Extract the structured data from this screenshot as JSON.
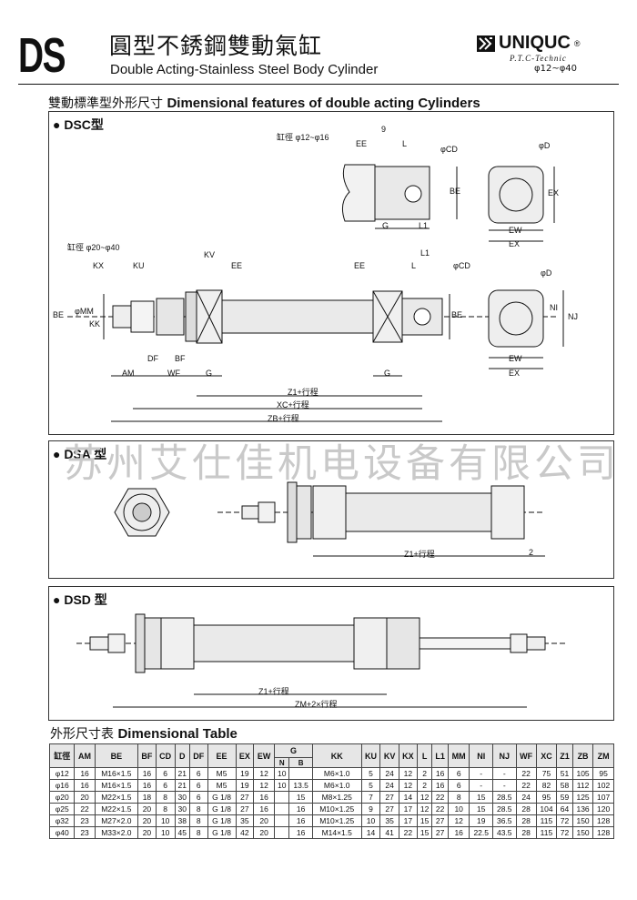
{
  "header": {
    "model": "DS",
    "title_cn": "圓型不銹鋼雙動氣缸",
    "title_en": "Double Acting-Stainless Steel Body Cylinder",
    "brand": "UNIQUC",
    "brand_reg": "®",
    "brand_sub": "P.T.C-Technic",
    "range": "φ12~φ40"
  },
  "section": {
    "title_cn": "雙動標準型外形尺寸",
    "title_en": "Dimensional features of double acting Cylinders"
  },
  "dsc": {
    "title": "● DSC型",
    "bore_small": "缸徑 φ12~φ16",
    "bore_large": "缸徑 φ20~φ40",
    "labels": {
      "ee": "EE",
      "nine": "9",
      "l": "L",
      "cd": "φCD",
      "d": "φD",
      "be": "BE",
      "ex": "EX",
      "g": "G",
      "l1": "L1",
      "ew": "EW",
      "kx": "KX",
      "ku": "KU",
      "kv": "KV",
      "mm": "φMM",
      "kk": "KK",
      "ni": "NI",
      "nj": "NJ",
      "am": "AM",
      "df": "DF",
      "bf": "BF",
      "wf": "WF",
      "z1": "Z1+行程",
      "xc": "XC+行程",
      "zb": "ZB+行程"
    }
  },
  "dsa": {
    "title": "● DSA 型",
    "z1": "Z1+行程",
    "two": "2"
  },
  "dsd": {
    "title": "● DSD 型",
    "z1": "Z1+行程",
    "zm": "ZM+2×行程"
  },
  "watermark": "苏州艾仕佳机电设备有限公司",
  "table": {
    "title_cn": "外形尺寸表",
    "title_en": "Dimensional Table",
    "headers": [
      "缸徑",
      "AM",
      "BE",
      "BF",
      "CD",
      "D",
      "DF",
      "EE",
      "EX",
      "EW",
      "G N",
      "G B",
      "KK",
      "KU",
      "KV",
      "KX",
      "L",
      "L1",
      "MM",
      "NI",
      "NJ",
      "WF",
      "XC",
      "Z1",
      "ZB",
      "ZM"
    ],
    "g_header": "G",
    "g_sub_n": "N",
    "g_sub_b": "B",
    "rows": [
      [
        "φ12",
        "16",
        "M16×1.5",
        "16",
        "6",
        "21",
        "6",
        "M5",
        "19",
        "12",
        "10",
        "",
        "M6×1.0",
        "5",
        "24",
        "12",
        "2",
        "16",
        "6",
        "-",
        "-",
        "22",
        "75",
        "51",
        "105",
        "95"
      ],
      [
        "φ16",
        "16",
        "M16×1.5",
        "16",
        "6",
        "21",
        "6",
        "M5",
        "19",
        "12",
        "10",
        "13.5",
        "M6×1.0",
        "5",
        "24",
        "12",
        "2",
        "16",
        "6",
        "-",
        "-",
        "22",
        "82",
        "58",
        "112",
        "102"
      ],
      [
        "φ20",
        "20",
        "M22×1.5",
        "18",
        "8",
        "30",
        "6",
        "G 1/8",
        "27",
        "16",
        "",
        "15",
        "M8×1.25",
        "7",
        "27",
        "14",
        "12",
        "22",
        "8",
        "15",
        "28.5",
        "24",
        "95",
        "59",
        "125",
        "107"
      ],
      [
        "φ25",
        "22",
        "M22×1.5",
        "20",
        "8",
        "30",
        "8",
        "G 1/8",
        "27",
        "16",
        "",
        "16",
        "M10×1.25",
        "9",
        "27",
        "17",
        "12",
        "22",
        "10",
        "15",
        "28.5",
        "28",
        "104",
        "64",
        "136",
        "120"
      ],
      [
        "φ32",
        "23",
        "M27×2.0",
        "20",
        "10",
        "38",
        "8",
        "G 1/8",
        "35",
        "20",
        "",
        "16",
        "M10×1.25",
        "10",
        "35",
        "17",
        "15",
        "27",
        "12",
        "19",
        "36.5",
        "28",
        "115",
        "72",
        "150",
        "128"
      ],
      [
        "φ40",
        "23",
        "M33×2.0",
        "20",
        "10",
        "45",
        "8",
        "G 1/8",
        "42",
        "20",
        "",
        "16",
        "M14×1.5",
        "14",
        "41",
        "22",
        "15",
        "27",
        "16",
        "22.5",
        "43.5",
        "28",
        "115",
        "72",
        "150",
        "128"
      ]
    ]
  }
}
